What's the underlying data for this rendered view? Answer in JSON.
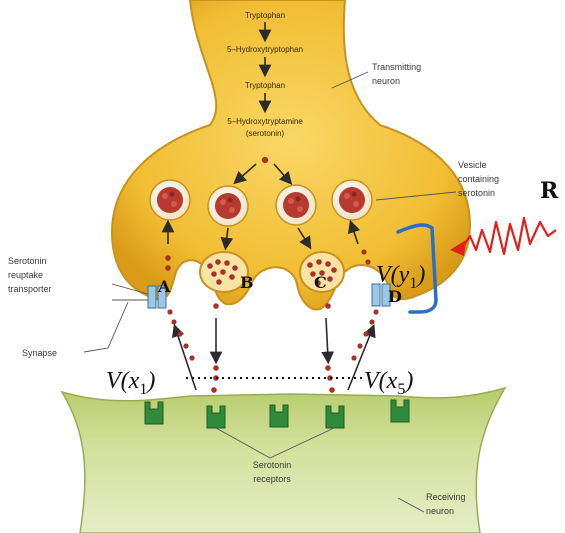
{
  "pathway": {
    "step1": "Tryptophan",
    "step2": "5–Hydroxytryptophan",
    "step3": "Tryptophan",
    "step4_line1": "5–Hydroxytryptamine",
    "step4_line2": "(serotonin)"
  },
  "callouts": {
    "transmitting_line1": "Transmitting",
    "transmitting_line2": "neuron",
    "vesicle_line1": "Vesicle",
    "vesicle_line2": "containing",
    "vesicle_line3": "serotonin",
    "reuptake_line1": "Serotonin",
    "reuptake_line2": "reuptake",
    "reuptake_line3": "transporter",
    "synapse": "Synapse",
    "receptors_line1": "Serotonin",
    "receptors_line2": "receptors",
    "receiving_line1": "Receiving",
    "receiving_line2": "neuron"
  },
  "annotations": {
    "a": "A",
    "b": "B",
    "c": "C",
    "d": "D",
    "r": "R",
    "v_y1_pre": "V(y",
    "v_y1_sub": "1",
    "v_y1_post": ")",
    "v_x1_pre": "V(x",
    "v_x1_sub": "1",
    "v_x1_post": ")",
    "v_x5_pre": "V(x",
    "v_x5_sub": "5",
    "v_x5_post": ")"
  },
  "colors": {
    "transmitting_neuron": "#f2c23a",
    "receiving_neuron": "#c9d98a",
    "serotonin_dot": "#a8322a",
    "transporter": "#9cc7e6",
    "receptor": "#2f8a3c",
    "bracket": "#2a6fc4",
    "wave": "#e0201b"
  }
}
